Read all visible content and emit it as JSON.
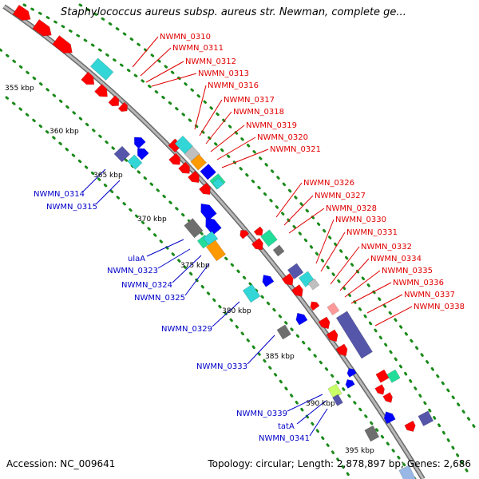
{
  "title": "Staphylococcus aureus subsp. aureus str. Newman, complete ge...",
  "footer": {
    "accession": "Accession: NC_009641",
    "summary": "Topology: circular; Length: 2,878,897 bp; Genes: 2,686"
  },
  "colors": {
    "backbone": "#8a8a8a",
    "kbp_label": "#000000",
    "tick": "#1a8a1a",
    "forward_label": "#e00000",
    "reverse_label": "#0000c8",
    "red_gene": "#ff0000",
    "blue_gene": "#0000ff",
    "cyan_gene": "#33d6d6",
    "orange_gene": "#ff9900",
    "gray_gene": "#6e6e6e",
    "purple_gene": "#5555aa",
    "lightgray_gene": "#bfbfbf",
    "green_gene": "#22dd99"
  },
  "kbp_ticks": [
    "355 kbp",
    "360 kbp",
    "365 kbp",
    "370 kbp",
    "375 kbp",
    "380 kbp",
    "385 kbp",
    "390 kbp",
    "395 kbp"
  ],
  "forward_genes": [
    "NWMN_0310",
    "NWMN_0311",
    "NWMN_0312",
    "NWMN_0313",
    "NWMN_0316",
    "NWMN_0317",
    "NWMN_0318",
    "NWMN_0319",
    "NWMN_0320",
    "NWMN_0321",
    "NWMN_0326",
    "NWMN_0327",
    "NWMN_0328",
    "NWMN_0330",
    "NWMN_0331",
    "NWMN_0332",
    "NWMN_0334",
    "NWMN_0335",
    "NWMN_0336",
    "NWMN_0337",
    "NWMN_0338"
  ],
  "reverse_genes": [
    "NWMN_0314",
    "NWMN_0315",
    "ulaA",
    "NWMN_0323",
    "NWMN_0324",
    "NWMN_0325",
    "NWMN_0329",
    "NWMN_0333",
    "NWMN_0339",
    "tatA",
    "NWMN_0341"
  ]
}
